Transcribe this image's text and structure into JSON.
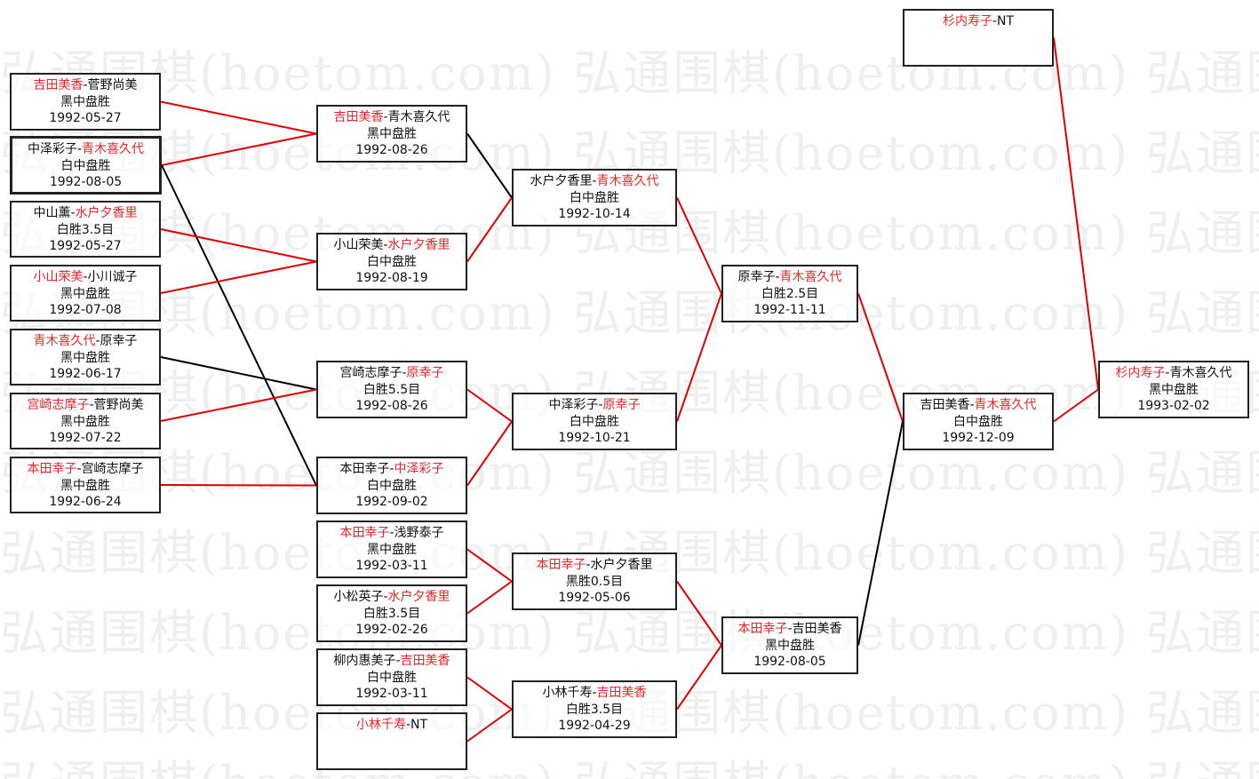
{
  "watermark": "弘通围棋(hoetom.com) 弘通围棋(hoetom.com) 弘通围棋(hoetom.com)",
  "colors": {
    "winner": "#e8262a",
    "line_red": "#e00000",
    "line_black": "#000000"
  },
  "matches": [
    {
      "p1": "吉田美香",
      "p2": "菅野尚美",
      "winner": 1,
      "result": "黑中盘胜",
      "date": "1992-05-27"
    },
    {
      "p1": "中泽彩子",
      "p2": "青木喜久代",
      "winner": 2,
      "result": "白中盘胜",
      "date": "1992-08-05"
    },
    {
      "p1": "中山薰",
      "p2": "水户夕香里",
      "winner": 2,
      "result": "白胜3.5目",
      "date": "1992-05-27"
    },
    {
      "p1": "小山荣美",
      "p2": "小川诚子",
      "winner": 1,
      "result": "黑中盘胜",
      "date": "1992-07-08"
    },
    {
      "p1": "青木喜久代",
      "p2": "原幸子",
      "winner": 1,
      "result": "黑中盘胜",
      "date": "1992-06-17"
    },
    {
      "p1": "宫崎志摩子",
      "p2": "菅野尚美",
      "winner": 1,
      "result": "黑中盘胜",
      "date": "1992-07-22"
    },
    {
      "p1": "本田幸子",
      "p2": "宫崎志摩子",
      "winner": 1,
      "result": "黑中盘胜",
      "date": "1992-06-24"
    },
    {
      "p1": "吉田美香",
      "p2": "青木喜久代",
      "winner": 1,
      "result": "黑中盘胜",
      "date": "1992-08-26"
    },
    {
      "p1": "小山荣美",
      "p2": "水户夕香里",
      "winner": 2,
      "result": "白中盘胜",
      "date": "1992-08-19"
    },
    {
      "p1": "宫崎志摩子",
      "p2": "原幸子",
      "winner": 2,
      "result": "白胜5.5目",
      "date": "1992-08-26"
    },
    {
      "p1": "本田幸子",
      "p2": "中泽彩子",
      "winner": 2,
      "result": "白中盘胜",
      "date": "1992-09-02"
    },
    {
      "p1": "本田幸子",
      "p2": "浅野泰子",
      "winner": 1,
      "result": "黑中盘胜",
      "date": "1992-03-11"
    },
    {
      "p1": "小松英子",
      "p2": "水户夕香里",
      "winner": 2,
      "result": "白胜3.5目",
      "date": "1992-02-26"
    },
    {
      "p1": "柳内惠美子",
      "p2": "吉田美香",
      "winner": 2,
      "result": "白中盘胜",
      "date": "1992-03-11"
    },
    {
      "p1": "小林千寿",
      "p2": "NT",
      "winner": 1,
      "result": "",
      "date": ""
    },
    {
      "p1": "水户夕香里",
      "p2": "青木喜久代",
      "winner": 2,
      "result": "白中盘胜",
      "date": "1992-10-14"
    },
    {
      "p1": "中泽彩子",
      "p2": "原幸子",
      "winner": 2,
      "result": "白中盘胜",
      "date": "1992-10-21"
    },
    {
      "p1": "本田幸子",
      "p2": "水户夕香里",
      "winner": 1,
      "result": "黑胜0.5目",
      "date": "1992-05-06"
    },
    {
      "p1": "小林千寿",
      "p2": "吉田美香",
      "winner": 2,
      "result": "白胜3.5目",
      "date": "1992-04-29"
    },
    {
      "p1": "原幸子",
      "p2": "青木喜久代",
      "winner": 2,
      "result": "白胜2.5目",
      "date": "1992-11-11"
    },
    {
      "p1": "本田幸子",
      "p2": "吉田美香",
      "winner": 1,
      "result": "黑中盘胜",
      "date": "1992-08-05"
    },
    {
      "p1": "杉内寿子",
      "p2": "NT",
      "winner": 1,
      "result": "",
      "date": ""
    },
    {
      "p1": "吉田美香",
      "p2": "青木喜久代",
      "winner": 2,
      "result": "白中盘胜",
      "date": "1992-12-09"
    },
    {
      "p1": "杉内寿子",
      "p2": "青木喜久代",
      "winner": 1,
      "result": "黑中盘胜",
      "date": "1993-02-02"
    }
  ]
}
